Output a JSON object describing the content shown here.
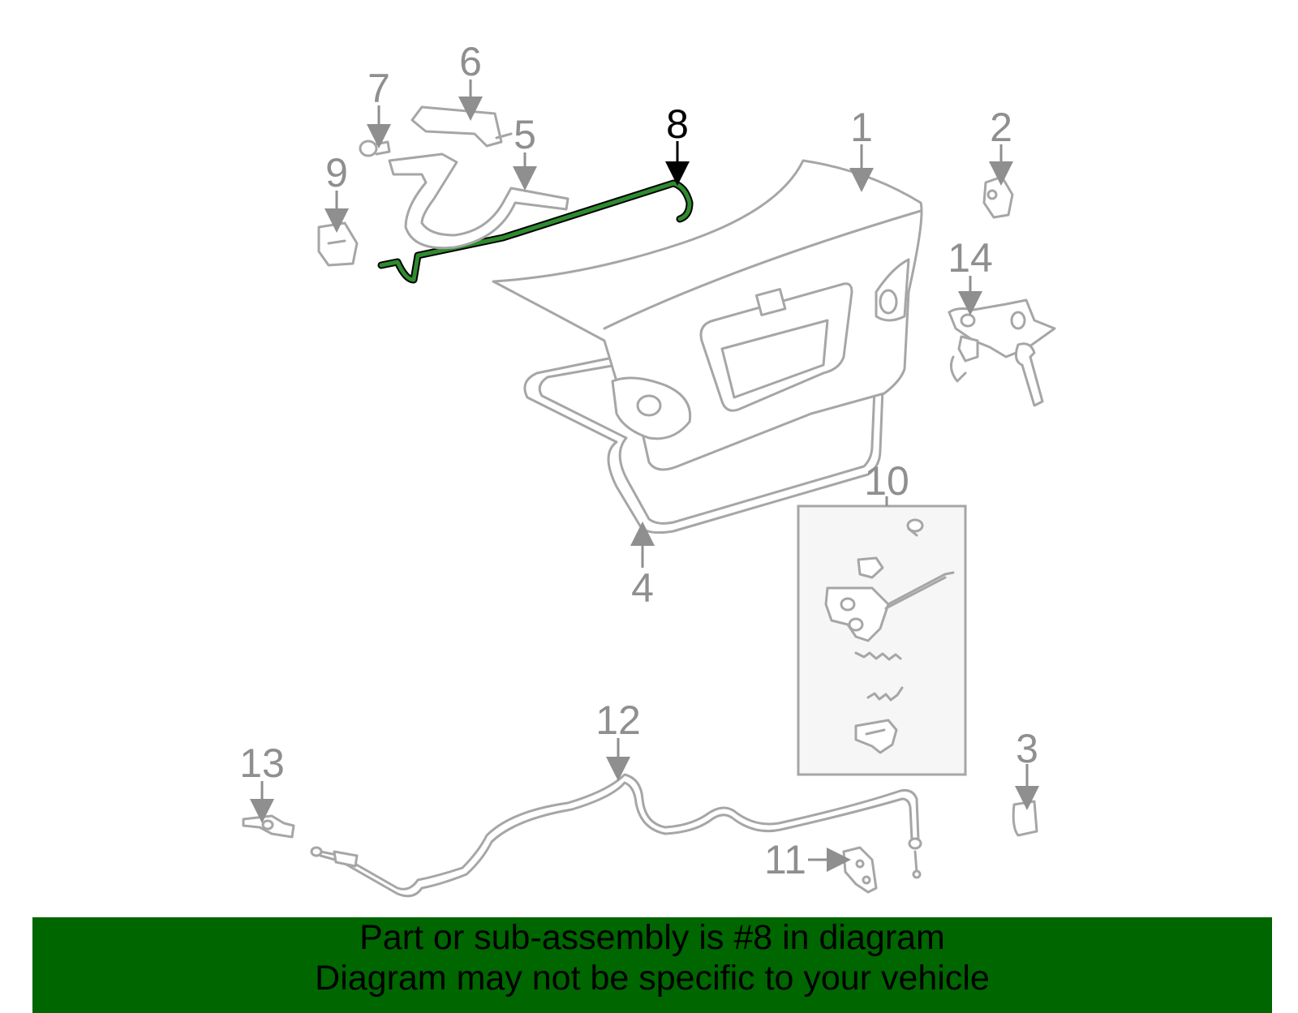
{
  "colors": {
    "banner_bg": "#006600",
    "highlight_fill": "#2e8b2e",
    "highlight_outline": "#000000",
    "part_outline": "#a6a6a6",
    "callout_text": "#8f8f8f",
    "kit_box_bg": "#f6f6f6"
  },
  "callouts": [
    {
      "id": "1",
      "label": "1"
    },
    {
      "id": "2",
      "label": "2"
    },
    {
      "id": "3",
      "label": "3"
    },
    {
      "id": "4",
      "label": "4"
    },
    {
      "id": "5",
      "label": "5"
    },
    {
      "id": "6",
      "label": "6"
    },
    {
      "id": "7",
      "label": "7"
    },
    {
      "id": "8",
      "label": "8",
      "highlighted": true
    },
    {
      "id": "9",
      "label": "9"
    },
    {
      "id": "10",
      "label": "10"
    },
    {
      "id": "11",
      "label": "11"
    },
    {
      "id": "12",
      "label": "12"
    },
    {
      "id": "13",
      "label": "13"
    },
    {
      "id": "14",
      "label": "14"
    }
  ],
  "banner": {
    "line1": "Part or sub-assembly is #8 in diagram",
    "line2": "Diagram may not be specific to your vehicle"
  }
}
